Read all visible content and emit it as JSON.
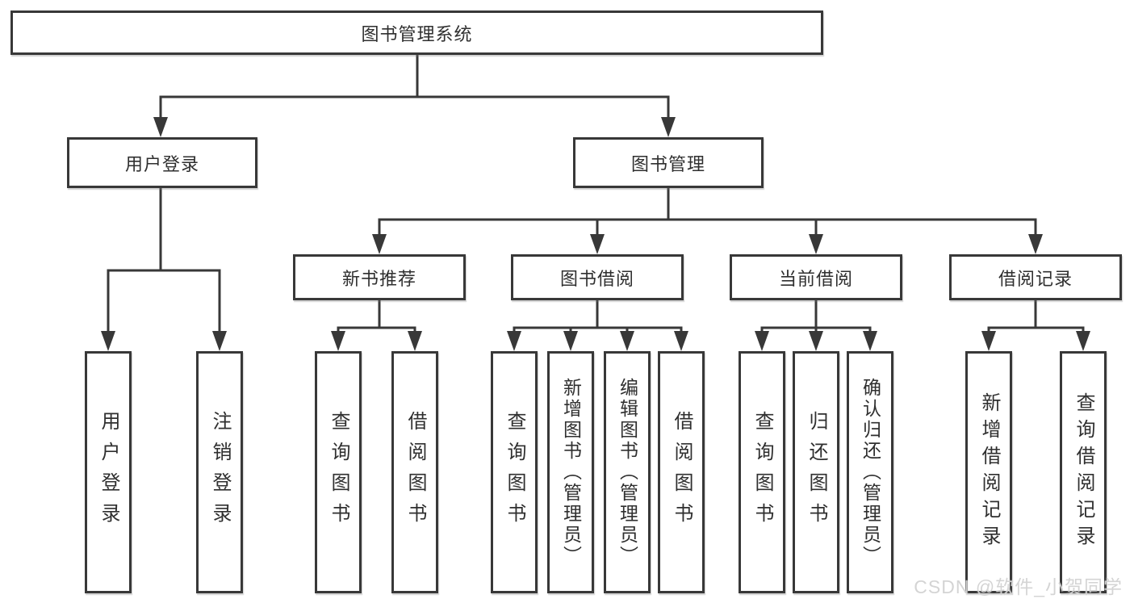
{
  "tree": {
    "root": {
      "label": "图书管理系统"
    },
    "branches": [
      {
        "label": "用户登录",
        "children": [
          {
            "label": "用户登录"
          },
          {
            "label": "注销登录"
          }
        ]
      },
      {
        "label": "图书管理",
        "children": [
          {
            "label": "新书推荐",
            "children": [
              {
                "label": "查询图书"
              },
              {
                "label": "借阅图书"
              }
            ]
          },
          {
            "label": "图书借阅",
            "children": [
              {
                "label": "查询图书"
              },
              {
                "label": "新增图书（管理员）"
              },
              {
                "label": "编辑图书（管理员）"
              },
              {
                "label": "借阅图书"
              }
            ]
          },
          {
            "label": "当前借阅",
            "children": [
              {
                "label": "查询图书"
              },
              {
                "label": "归还图书"
              },
              {
                "label": "确认归还（管理员）"
              }
            ]
          },
          {
            "label": "借阅记录",
            "children": [
              {
                "label": "新增借阅记录"
              },
              {
                "label": "查询借阅记录"
              }
            ]
          }
        ]
      }
    ]
  },
  "watermark": {
    "text": "CSDN @软件_小贺同学"
  },
  "colors": {
    "line": "#383838",
    "box_border": "#383838",
    "text": "#2f2f2f",
    "watermark": "#d2d2d2"
  }
}
